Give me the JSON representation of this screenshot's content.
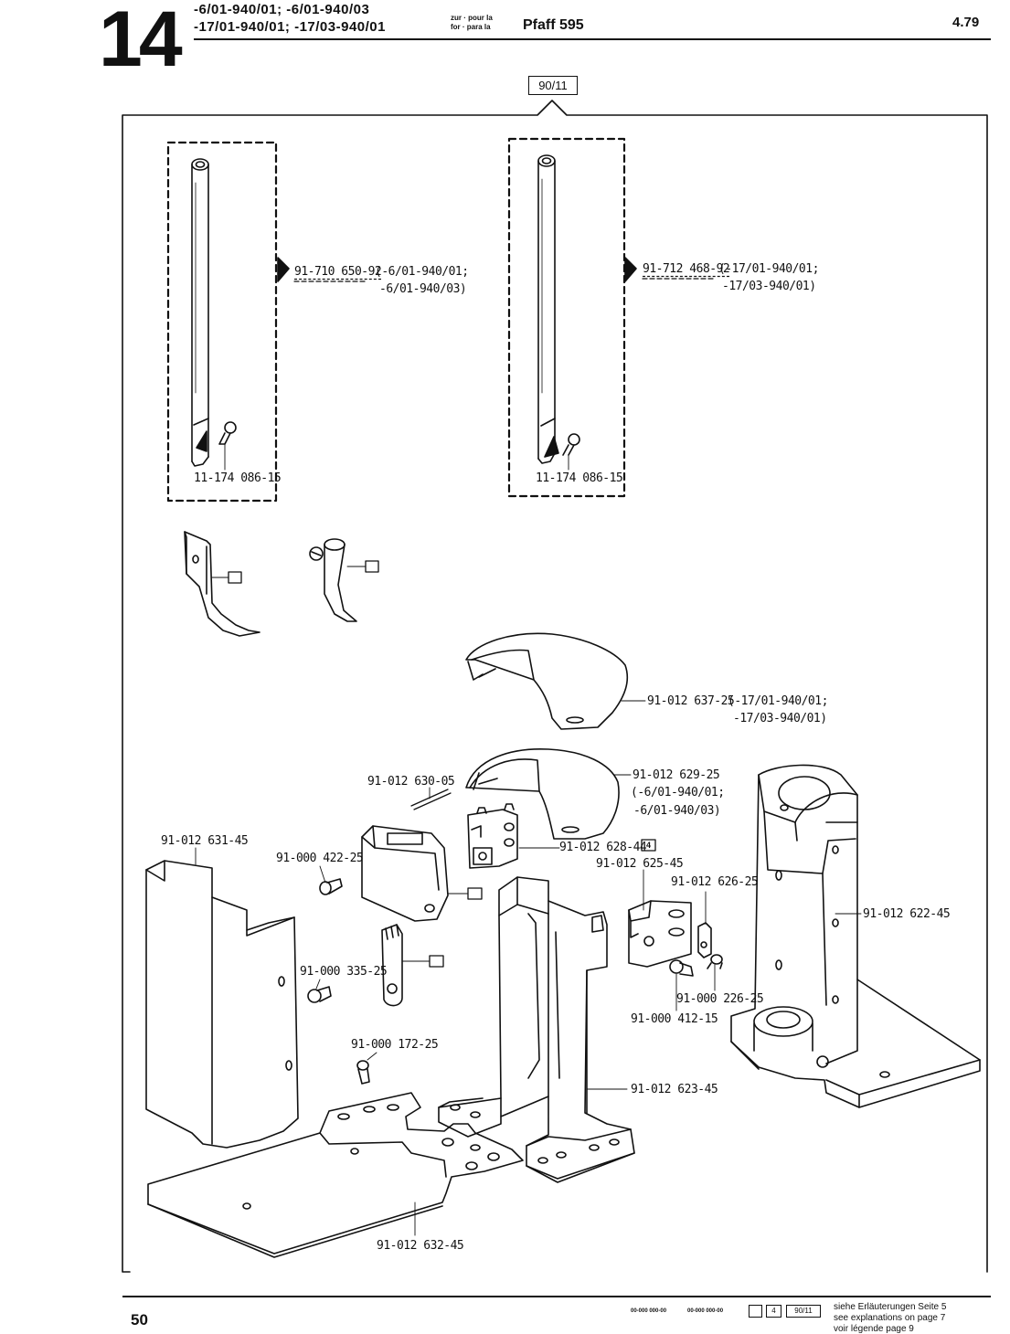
{
  "header": {
    "section_number": "14",
    "model_line1": "-6/01-940/01; -6/01-940/03",
    "model_line2": "-17/01-940/01; -17/03-940/01",
    "zur_label": "zur · pour la",
    "for_label": "for · para la",
    "machine_name": "Pfaff 595",
    "date": "4.79"
  },
  "group_reference": "90/11",
  "parts": {
    "needle_bar_left": {
      "number": "91-710 650-92",
      "variant_line1": "(-6/01-940/01;",
      "variant_line2": "-6/01-940/03)"
    },
    "needle_bar_right": {
      "number": "91-712 468-92",
      "variant_line1": "(-17/01-940/01;",
      "variant_line2": "-17/03-940/01)"
    },
    "screw_left": "11-174 086-15",
    "screw_right": "11-174 086-15",
    "top_cover": {
      "number": "91-012 637-25",
      "variant_line1": "(-17/01-940/01;",
      "variant_line2": "-17/03-940/01)"
    },
    "pin": "91-012 630-05",
    "lower_cover": {
      "number": "91-012 629-25",
      "variant_line1": "(-6/01-940/01;",
      "variant_line2": "-6/01-940/03)"
    },
    "front_cover": "91-012 631-45",
    "screw_a": "91-000 422-25",
    "bracket": "91-012 628-44",
    "bracket_badge": "4",
    "plate_bracket": "91-012 625-45",
    "clip": "91-012 626-25",
    "column_frame": "91-012 622-45",
    "screw_b": "91-000 335-25",
    "screw_c": "91-000 226-25",
    "screw_d": "91-000 412-15",
    "screw_e": "91-000 172-25",
    "upright": "91-012 623-45",
    "base_plate": "91-012 632-45"
  },
  "footer": {
    "page_number": "50",
    "legend_code_1": "00-000 000-00",
    "legend_code_2": "00-000 000-00",
    "legend_box_badge": "4",
    "legend_box_ref": "90/11",
    "note_de": "siehe Erläuterungen Seite 5",
    "note_en": "see explanations on page 7",
    "note_fr": "voir légende page 9"
  }
}
